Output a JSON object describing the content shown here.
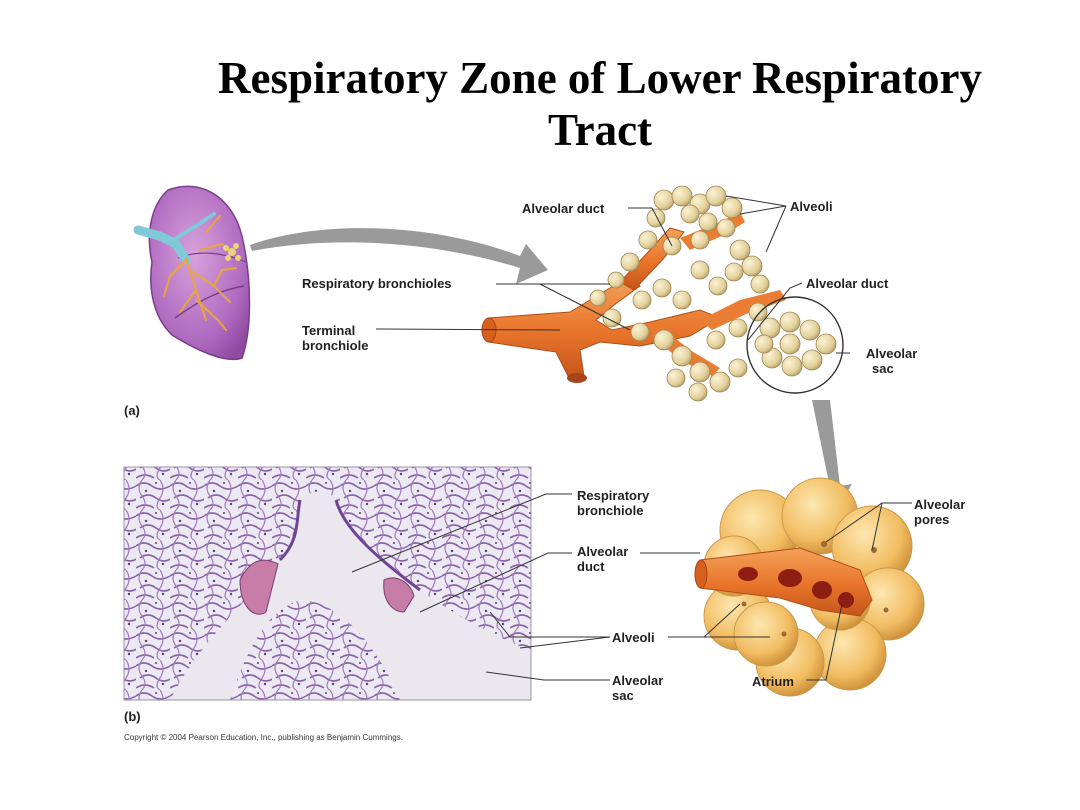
{
  "title": {
    "line1": "Respiratory Zone of Lower Respiratory",
    "line2": "Tract"
  },
  "panel_a": {
    "label": "(a)",
    "labels": {
      "alveolar_duct_top": "Alveolar duct",
      "alveoli": "Alveoli",
      "respiratory_bronchioles": "Respiratory bronchioles",
      "alveolar_duct_right": "Alveolar duct",
      "terminal_bronchiole_1": "Terminal",
      "terminal_bronchiole_2": "bronchiole",
      "alveolar_sac_1": "Alveolar",
      "alveolar_sac_2": "sac"
    }
  },
  "panel_b": {
    "label": "(b)",
    "labels": {
      "respiratory_bronchiole_1": "Respiratory",
      "respiratory_bronchiole_2": "bronchiole",
      "alveolar_duct_1": "Alveolar",
      "alveolar_duct_2": "duct",
      "alveoli": "Alveoli",
      "alveolar_sac_1": "Alveolar",
      "alveolar_sac_2": "sac",
      "alveolar_pores_1": "Alveolar",
      "alveolar_pores_2": "pores",
      "atrium": "Atrium"
    }
  },
  "copyright": "Copyright © 2004 Pearson Education, Inc., publishing as Benjamin Cummings.",
  "colors": {
    "lung": "#b06ac0",
    "airway": "#e8742a",
    "alveolus": "#e6d7a4",
    "histology_bg": "#ece9f3",
    "histology_tissue": "#8b64a8",
    "arrow": "#9a9a9a"
  }
}
